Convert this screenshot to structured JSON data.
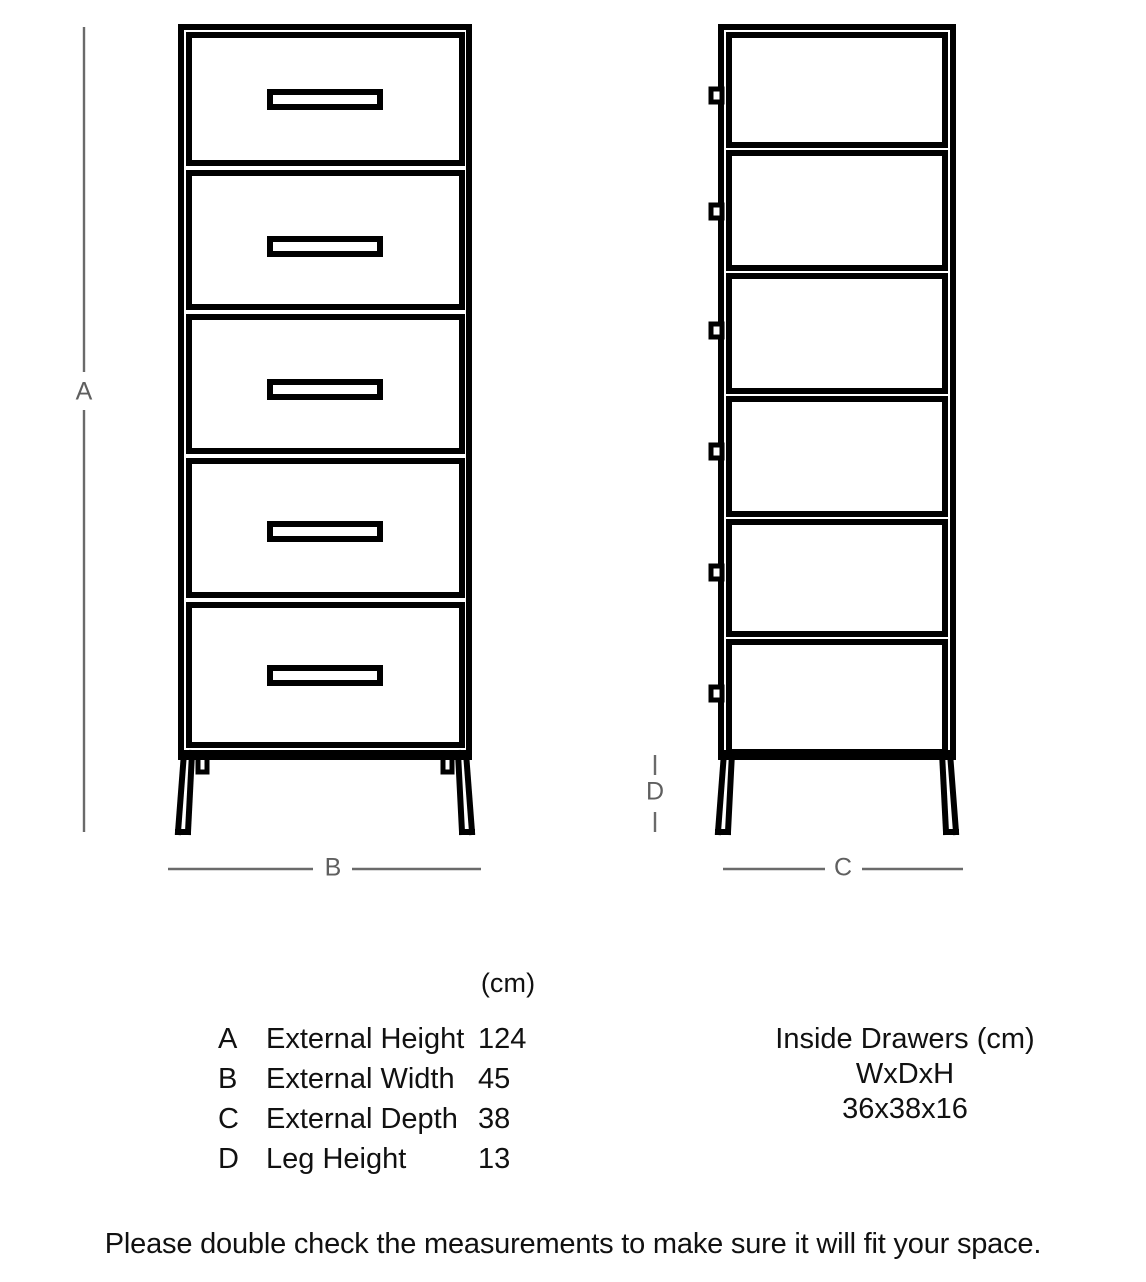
{
  "diagram": {
    "title_unit_header": "(cm)",
    "front_view": {
      "name": "front-elevation",
      "drawer_count": 5,
      "handle_count": 5,
      "dimension_labels": [
        "A",
        "B"
      ]
    },
    "side_view": {
      "name": "side-elevation",
      "shelf_count": 6,
      "handle_nub_count": 5,
      "dimension_labels": [
        "C",
        "D"
      ]
    },
    "dimension_markers": [
      {
        "id": "A",
        "label": "A",
        "orientation": "vertical",
        "position": "left-of-front-view"
      },
      {
        "id": "B",
        "label": "B",
        "orientation": "horizontal",
        "position": "below-front-view"
      },
      {
        "id": "C",
        "label": "C",
        "orientation": "horizontal",
        "position": "below-side-view"
      },
      {
        "id": "D",
        "label": "D",
        "orientation": "vertical",
        "position": "left-of-side-view-legs"
      }
    ],
    "line_color": "#000000",
    "dimension_color": "#5f5f5f",
    "background_color": "#ffffff"
  },
  "spec_table": {
    "unit_header": "(cm)",
    "rows": [
      {
        "key": "A",
        "name": "External Height",
        "value": "124"
      },
      {
        "key": "B",
        "name": "External Width",
        "value": "45"
      },
      {
        "key": "C",
        "name": "External Depth",
        "value": "38"
      },
      {
        "key": "D",
        "name": "Leg Height",
        "value": "13"
      }
    ]
  },
  "inside_drawers": {
    "heading": "Inside Drawers (cm)",
    "axes": "WxDxH",
    "values": "36x38x16"
  },
  "footnote": {
    "text": "Please double check the measurements to make sure it will fit your space."
  }
}
